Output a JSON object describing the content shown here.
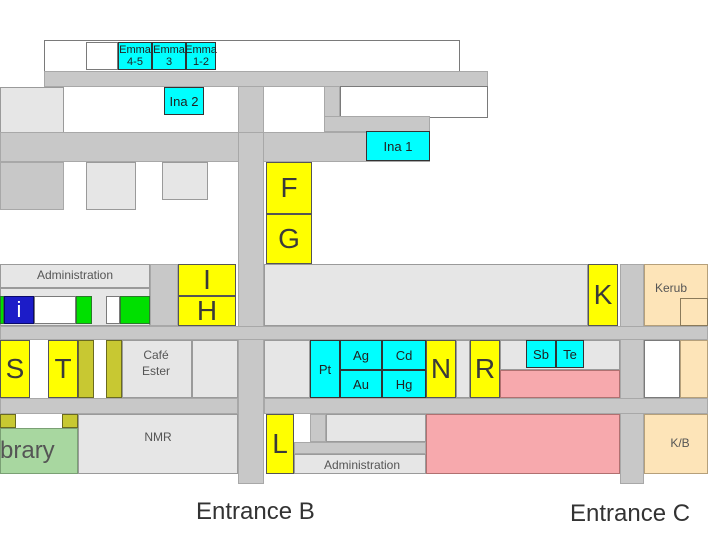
{
  "buildings": {
    "F": "F",
    "G": "G",
    "I": "I",
    "H": "H",
    "K": "K",
    "S": "S",
    "T": "T",
    "N": "N",
    "R": "R",
    "L": "L",
    "i": "i"
  },
  "labs": {
    "emma_45_a": "Emma",
    "emma_45_b": "4-5",
    "emma_3_a": "Emma",
    "emma_3_b": "3",
    "emma_12_a": "Emma",
    "emma_12_b": "1-2",
    "ina2": "Ina 2",
    "ina1": "Ina 1",
    "pt": "Pt",
    "ag": "Ag",
    "cd": "Cd",
    "au": "Au",
    "hg": "Hg",
    "sb": "Sb",
    "te": "Te"
  },
  "rooms": {
    "administration_top": "Administration",
    "administration_bottom": "Administration",
    "cafe_line1": "Café",
    "cafe_line2": "Ester",
    "nmr": "NMR",
    "library": "brary",
    "kerub": "Kerub",
    "kb": "K/B"
  },
  "entrances": {
    "b": "Entrance B",
    "c": "Entrance C"
  },
  "colors": {
    "building_block": "#ffff00",
    "lab": "#00ffff",
    "corridor": "#c8c8c8",
    "info": "#1c1cc8",
    "restricted": "#f7a9ad",
    "kerub_area": "#fde4b8",
    "library_area": "#a8d7a0"
  }
}
